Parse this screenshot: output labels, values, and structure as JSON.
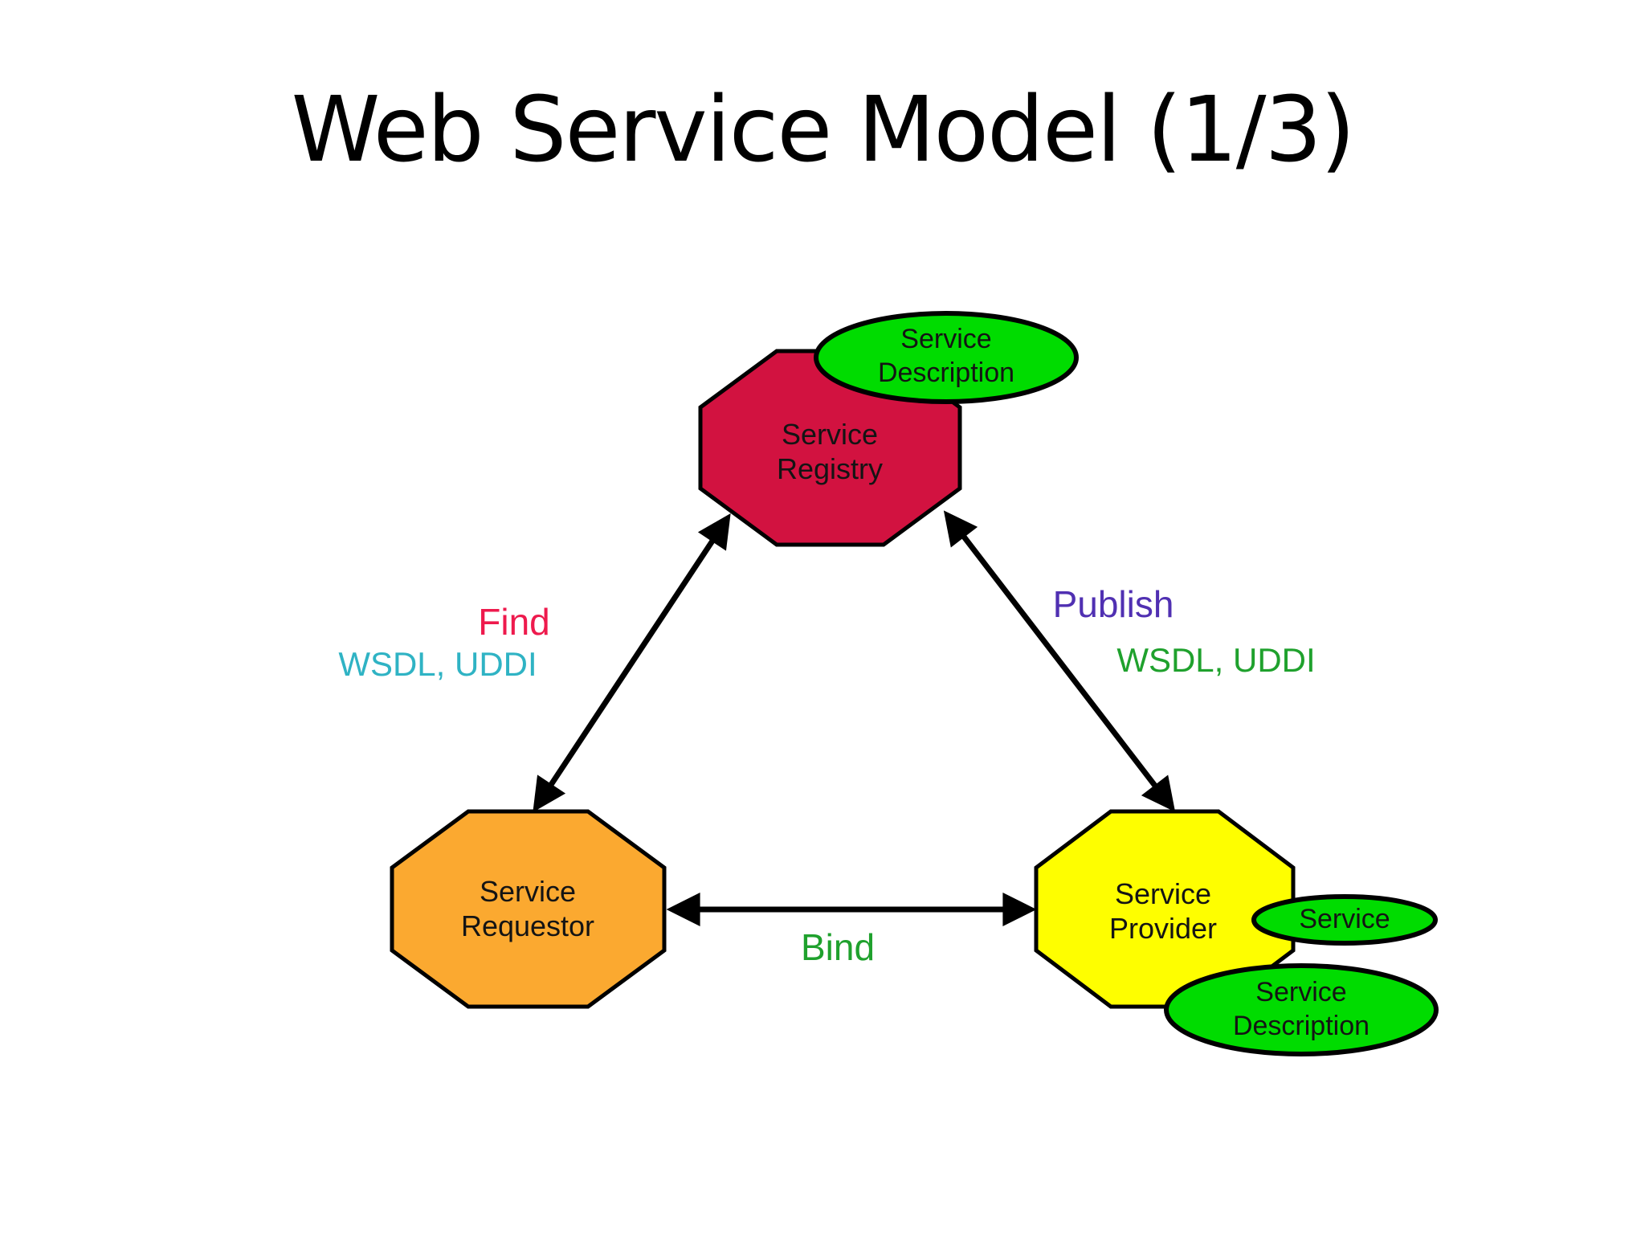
{
  "title": "Web Service Model (1/3)",
  "colors": {
    "registry_fill": "#d21240",
    "requestor_fill": "#fba930",
    "provider_fill": "#fefe00",
    "ellipse_fill": "#00dc00",
    "outline": "#000000",
    "arrow": "#000000",
    "find_label": "#ee1a4d",
    "wsdl_uddi_left": "#2fb3c4",
    "publish_label": "#5030b2",
    "wsdl_uddi_right": "#1fa12d",
    "bind_label": "#1fa12d"
  },
  "nodes": {
    "registry": {
      "line1": "Service",
      "line2": "Registry"
    },
    "requestor": {
      "line1": "Service",
      "line2": "Requestor"
    },
    "provider": {
      "line1": "Service",
      "line2": "Provider"
    },
    "description_top": {
      "line1": "Service",
      "line2": "Description"
    },
    "service": {
      "label": "Service"
    },
    "description_bottom": {
      "line1": "Service",
      "line2": "Description"
    }
  },
  "edges": {
    "find": {
      "label": "Find",
      "sublabel": "WSDL, UDDI"
    },
    "publish": {
      "label": "Publish",
      "sublabel": "WSDL, UDDI"
    },
    "bind": {
      "label": "Bind"
    }
  }
}
